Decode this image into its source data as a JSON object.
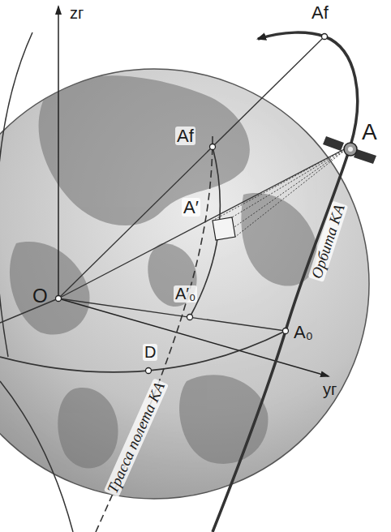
{
  "diagram": {
    "labels": [
      "zг",
      "Af",
      "A",
      "Af",
      "A′",
      "O",
      "A′₀",
      "A₀",
      "D",
      "Трасса полета КА",
      "yг",
      "Орбита КА"
    ]
  }
}
